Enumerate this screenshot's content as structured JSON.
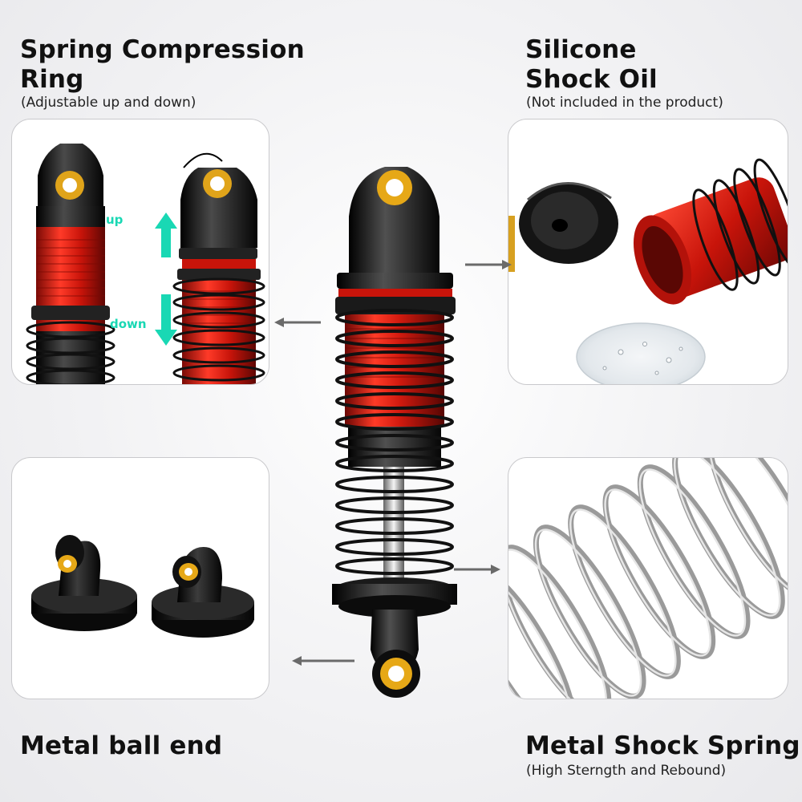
{
  "features": {
    "top_left": {
      "title": "Spring Compression\nRing",
      "subtitle": "(Adjustable up and down)",
      "labels": {
        "up": "up",
        "down": "down"
      }
    },
    "top_right": {
      "title": "Silicone\nShock Oil",
      "subtitle": "(Not included in the product)"
    },
    "bottom_left": {
      "title": "Metal ball end"
    },
    "bottom_right": {
      "title": "Metal Shock Spring",
      "subtitle": "(High Sterngth and Rebound)"
    }
  },
  "colors": {
    "accent_red": "#d21a10",
    "anodized_black": "#111111",
    "brass": "#e6a817",
    "indicator_teal": "#19d8b4",
    "arrow_gray": "#6a6a6a"
  }
}
